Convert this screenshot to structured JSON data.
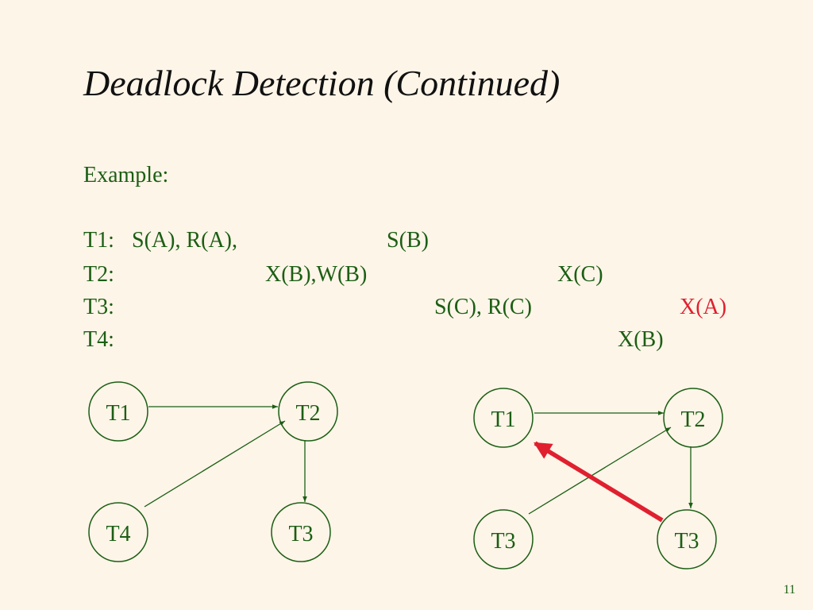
{
  "title": "Deadlock Detection (Continued)",
  "example_label": "Example:",
  "schedule": {
    "t1": {
      "label": "T1:",
      "ops_a": "S(A), R(A),",
      "ops_b": "S(B)"
    },
    "t2": {
      "label": "T2:",
      "ops_a": "X(B),W(B)",
      "ops_b": "X(C)"
    },
    "t3": {
      "label": "T3:",
      "ops_a": "S(C), R(C)",
      "ops_b": "X(A)"
    },
    "t4": {
      "label": "T4:",
      "ops_a": "X(B)"
    }
  },
  "graph_left": {
    "nodes": {
      "t1": "T1",
      "t2": "T2",
      "t3": "T3",
      "t4": "T4"
    },
    "edges": [
      [
        "T1",
        "T2"
      ],
      [
        "T4",
        "T2"
      ],
      [
        "T2",
        "T3"
      ]
    ]
  },
  "graph_right": {
    "nodes": {
      "t1": "T1",
      "t2": "T2",
      "t3_left": "T3",
      "t3_right": "T3"
    },
    "edges": [
      [
        "T1",
        "T2"
      ],
      [
        "T3",
        "T2"
      ],
      [
        "T2",
        "T3"
      ],
      [
        "T3",
        "T1"
      ]
    ],
    "highlight_edge": [
      "T3",
      "T1"
    ]
  },
  "colors": {
    "background": "#fdf5e8",
    "text": "#1c5e14",
    "highlight": "#e0202f"
  },
  "slide_number": "11"
}
